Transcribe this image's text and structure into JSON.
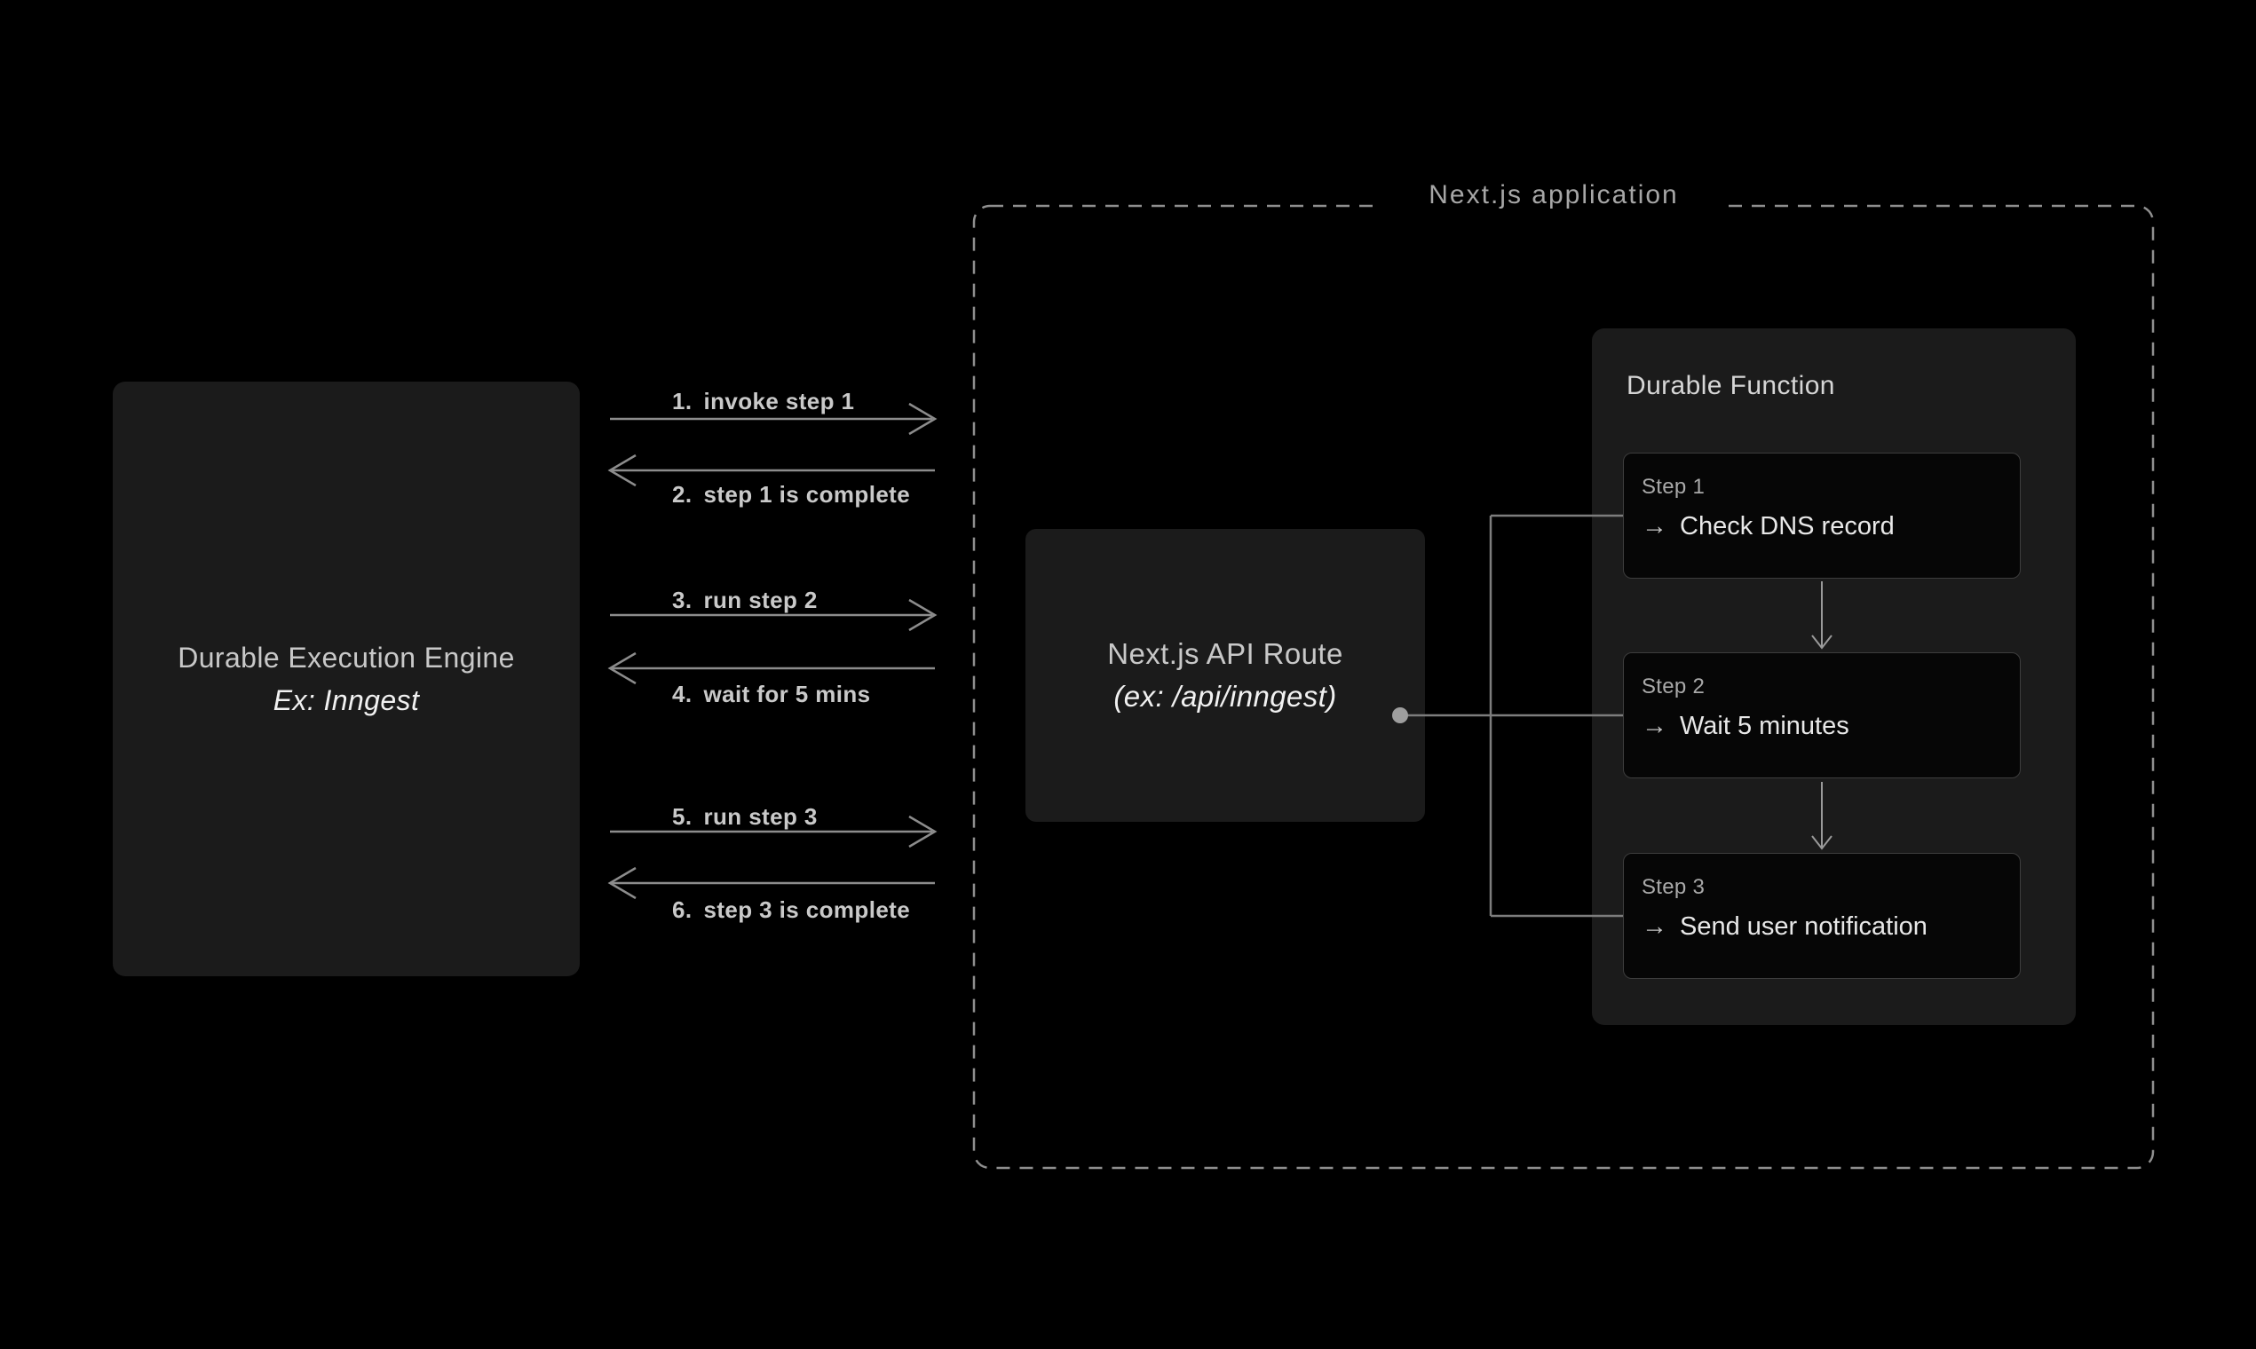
{
  "engine_box": {
    "title": "Durable Execution Engine",
    "subtitle": "Ex: Inngest"
  },
  "messages": [
    {
      "num": "1.",
      "text": "invoke step 1",
      "direction": "right"
    },
    {
      "num": "2.",
      "text": "step 1 is complete",
      "direction": "left"
    },
    {
      "num": "3.",
      "text": "run step 2",
      "direction": "right"
    },
    {
      "num": "4.",
      "text": "wait for 5 mins",
      "direction": "left"
    },
    {
      "num": "5.",
      "text": "run step 3",
      "direction": "right"
    },
    {
      "num": "6.",
      "text": "step 3 is complete",
      "direction": "left"
    }
  ],
  "nextjs_app": {
    "label": "Next.js application"
  },
  "api_route_box": {
    "title": "Next.js API Route",
    "subtitle": "(ex: /api/inngest)"
  },
  "durable_function": {
    "title": "Durable Function",
    "steps": [
      {
        "label": "Step 1",
        "arrow": "→",
        "text": "Check DNS record"
      },
      {
        "label": "Step 2",
        "arrow": "→",
        "text": "Wait 5 minutes"
      },
      {
        "label": "Step 3",
        "arrow": "→",
        "text": "Send user notification"
      }
    ]
  },
  "colors": {
    "background": "#000000",
    "box_fill": "#1b1b1b",
    "step_card_fill": "#060606",
    "step_card_border": "#3d3d3d",
    "dashed_border": "#8f8f8f",
    "sequence_arrow": "#8c8c8c",
    "fanout_line": "#7d7d7d",
    "connection_dot": "#9e9e9e",
    "flow_arrow": "#9a9a9a",
    "title_text": "#c8c8c8",
    "emphasis_text": "#f1f1f1",
    "muted_text": "#a6a6a6"
  }
}
